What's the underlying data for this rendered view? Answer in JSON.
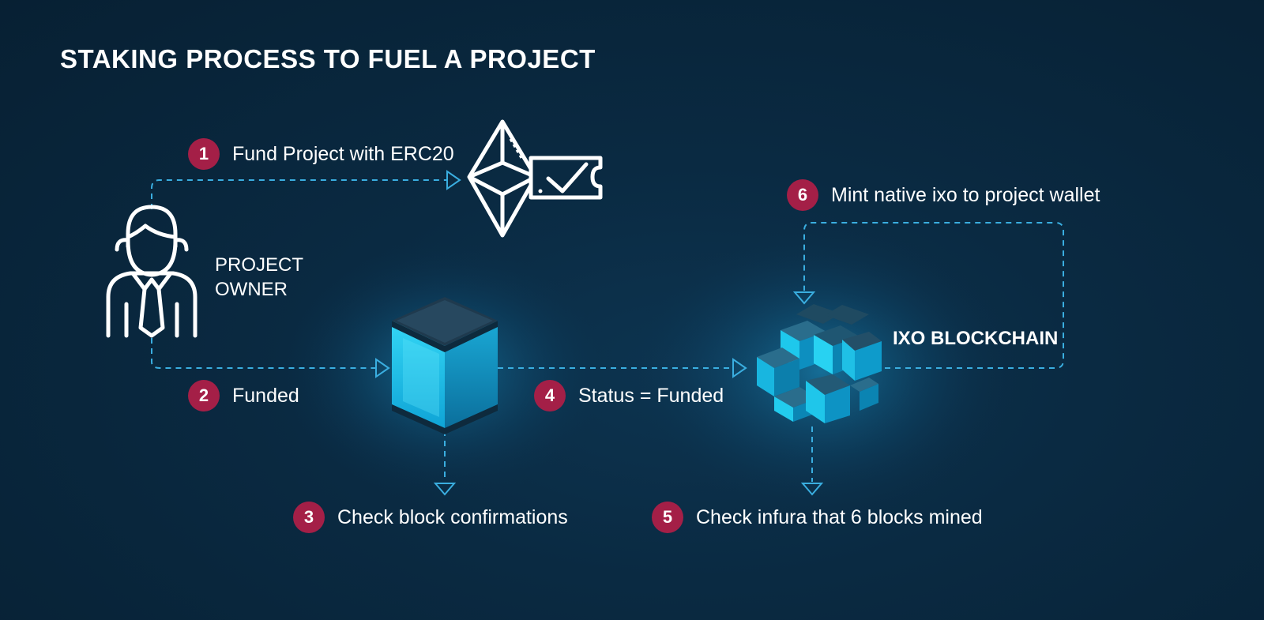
{
  "title": "STAKING PROCESS TO FUEL A PROJECT",
  "actor": {
    "line1": "PROJECT",
    "line2": "OWNER"
  },
  "blockchain": {
    "label": "IXO BLOCKCHAIN"
  },
  "steps": [
    {
      "number": "1",
      "label": "Fund Project with ERC20"
    },
    {
      "number": "2",
      "label": "Funded"
    },
    {
      "number": "3",
      "label": "Check block confirmations"
    },
    {
      "number": "4",
      "label": "Status = Funded"
    },
    {
      "number": "5",
      "label": "Check infura that 6 blocks mined"
    },
    {
      "number": "6",
      "label": "Mint native ixo to project wallet"
    }
  ],
  "colors": {
    "background": "#082338",
    "badge": "#a41f47",
    "connector": "#3aaee0",
    "cube": "#1ec8ec",
    "text": "#ffffff"
  },
  "icons": {
    "actor": "person-with-tie-icon",
    "ethereum": "ethereum-logo-icon",
    "ticket": "checkmark-ticket-icon",
    "cube": "block-cube-icon",
    "blockchain": "stacked-cubes-icon"
  }
}
